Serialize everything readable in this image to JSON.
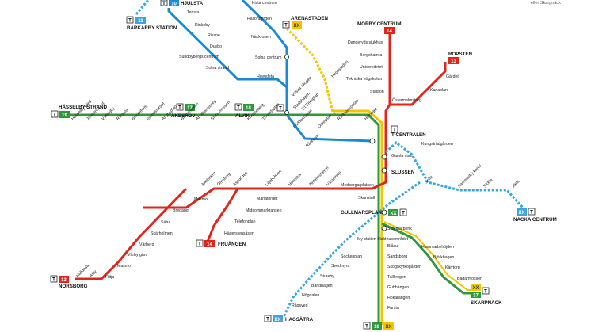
{
  "note": "eller Skarpnäck",
  "terminals": {
    "barkarby": "BARKARBY STATION",
    "hjulsta": "HJULSTA",
    "arenastaden": "ARENASTADEN",
    "morby": "MÖRBY CENTRUM",
    "ropsten": "ROPSTEN",
    "hasselby": "HÄSSELBY STRAND",
    "akeshov": "ÅKESHOV",
    "alvik": "ALVIK",
    "tcentralen": "T-CENTRALEN",
    "slussen": "SLUSSEN",
    "gullmarsplan": "GULLMARSPLAN",
    "nacka": "NACKA CENTRUM",
    "fruangen": "FRUÄNGEN",
    "norsborg": "NORSBORG",
    "hagsatra": "HAGSÄTRA",
    "skarpnack": "SKARPNÄCK"
  },
  "badges": {
    "b11": "11",
    "b10": "10",
    "bxx1": "XX",
    "b14": "14",
    "b13a": "13",
    "b19": "19",
    "b17a": "17",
    "b18a": "18",
    "bxx2": "XX",
    "bxx3": "XX",
    "b14b": "14",
    "b13b": "13",
    "bxx4": "XX",
    "bxx5": "XX",
    "b17b": "17",
    "b18b": "18",
    "bxx6": "XX"
  },
  "stations": {
    "blue_north": [
      "Tensta",
      "Rinkeby",
      "Rissne",
      "Duvbo",
      "Sundbybergs centrum",
      "Solna strand",
      "Huvudsta",
      "Västra skogen",
      "Stadshagen",
      "Fridhemsplan",
      "Rådhuset"
    ],
    "blue_kista": [
      "Kista centrum",
      "Hallonbergen",
      "Näckrosen",
      "Solna centrum"
    ],
    "yellow": [
      "Hagastaden",
      "Odenplan"
    ],
    "red_north": [
      "Danderyds sjukhus",
      "Bergshamra",
      "Universitetet",
      "Tekniska högskolan",
      "Stadion",
      "Östermalmstorg"
    ],
    "red_ropsten": [
      "Gärdet",
      "Karlaplan"
    ],
    "green_west": [
      "Hässelby gård",
      "Johannelund",
      "Vällingby",
      "Råcksta",
      "Blackeberg",
      "Islandstorget",
      "Ängbyplan",
      "Brommaplan",
      "Abrahamsberg",
      "Stora mossen",
      "Kristineberg",
      "Thorildsplan",
      "S:t Eriksplan",
      "Rådmansgatan",
      "Hötorget"
    ],
    "central": [
      "Kungsträdgården",
      "Gamla stan",
      "Medborgarplatsen",
      "Skanstull"
    ],
    "blue_nacka": [
      "Sofia",
      "Hammarby kanal",
      "Sickla",
      "Järla"
    ],
    "red_south": [
      "Aspudden",
      "Örnsberg",
      "Axelsberg",
      "Mälarhöjden",
      "Bredäng",
      "Sätra",
      "Skärholmen",
      "Vårberg",
      "Vårby gård",
      "Masmo",
      "Fittja",
      "Alby",
      "Hallunda",
      "Liljeholmen",
      "Hornstull",
      "Zinkensdamm",
      "Mariatorget",
      "Midsommarkransen",
      "Telefonplan",
      "Hägerstensåsen",
      "Västertorp"
    ],
    "blue_hagsatra": [
      "My station Slakthusområdet",
      "Sockenplan",
      "Svedmyra",
      "Stureby",
      "Bandhagen",
      "Högdalen",
      "Rågsved"
    ],
    "green_south": [
      "Skärmarbrink",
      "Blåsut",
      "Sandsborg",
      "Skogskyrkogården",
      "Tallkrogen",
      "Gubbängen",
      "Hökarängen",
      "Farsta"
    ],
    "green_skarpnack": [
      "Hammarbyhöjden",
      "Björkhagen",
      "Kärrtorp",
      "Bagarmossen"
    ]
  },
  "colors": {
    "blue": "#1a8ad4",
    "red": "#e3241b",
    "green": "#2d9a3e",
    "yellow": "#f5c400",
    "lightblue": "#39a6e0"
  },
  "icons": [
    "metro-icon",
    "tunnelbana-icon"
  ]
}
